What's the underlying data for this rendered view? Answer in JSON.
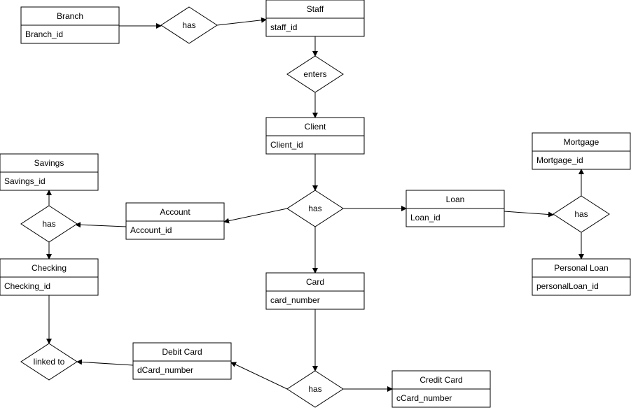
{
  "entities": [
    {
      "id": "branch",
      "title": "Branch",
      "attribute": "Branch_id"
    },
    {
      "id": "staff",
      "title": "Staff",
      "attribute": "staff_id"
    },
    {
      "id": "client",
      "title": "Client",
      "attribute": "Client_id"
    },
    {
      "id": "mortgage",
      "title": "Mortgage",
      "attribute": "Mortgage_id"
    },
    {
      "id": "savings",
      "title": "Savings",
      "attribute": "Savings_id"
    },
    {
      "id": "account",
      "title": "Account",
      "attribute": "Account_id"
    },
    {
      "id": "loan",
      "title": "Loan",
      "attribute": "Loan_id"
    },
    {
      "id": "checking",
      "title": "Checking",
      "attribute": "Checking_id"
    },
    {
      "id": "card",
      "title": "Card",
      "attribute": "card_number"
    },
    {
      "id": "personal-loan",
      "title": "Personal Loan",
      "attribute": "personalLoan_id"
    },
    {
      "id": "debit-card",
      "title": "Debit Card",
      "attribute": "dCard_number"
    },
    {
      "id": "credit-card",
      "title": "Credit Card",
      "attribute": "cCard_number"
    }
  ],
  "relationships": [
    {
      "id": "branch-staff-has",
      "label": "has"
    },
    {
      "id": "staff-client-enters",
      "label": "enters"
    },
    {
      "id": "client-has",
      "label": "has"
    },
    {
      "id": "savings-checking-has",
      "label": "has"
    },
    {
      "id": "loan-has",
      "label": "has"
    },
    {
      "id": "card-has",
      "label": "has"
    },
    {
      "id": "linked-to",
      "label": "linked to"
    }
  ]
}
